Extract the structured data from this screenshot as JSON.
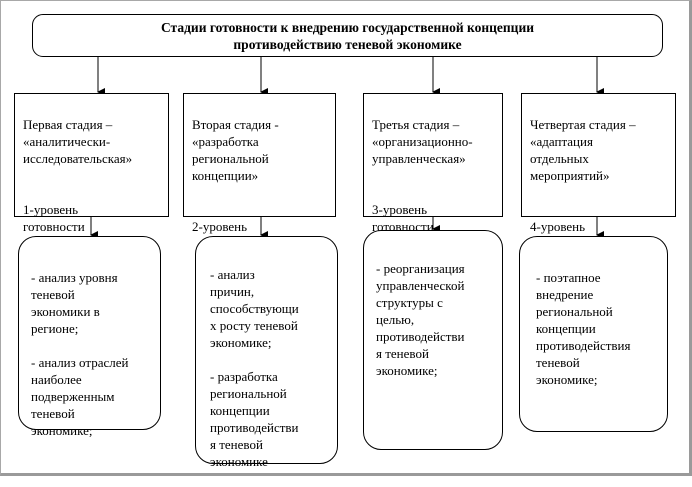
{
  "title": "Стадии готовности к внедрению государственной концепции\nпротиводействию теневой экономике",
  "stages": [
    {
      "name": "Первая стадия –\n«аналитически-\nисследовательская»",
      "level": "1-уровень\nготовности",
      "items": [
        "- анализ уровня\nтеневой\nэкономики в\nрегионе;",
        "- анализ отраслей\nнаиболее\nподверженным\nтеневой\nэкономике;"
      ]
    },
    {
      "name": "Вторая стадия -\n«разработка\nрегиональной\nконцепции»",
      "level": "2-уровень",
      "items": [
        "- анализ\nпричин,\nспособствующи\nх росту теневой\nэкономике;",
        "- разработка\nрегиональной\nконцепции\nпротиводействи\nя теневой\nэкономике"
      ]
    },
    {
      "name": "Третья стадия –\n«организационно-\nуправленческая»",
      "level": "3-уровень\nготовности",
      "items": [
        "- реорганизация\nуправленческой\nструктуры  с\nцелью,\nпротиводействи\nя теневой\nэкономике;"
      ]
    },
    {
      "name": "Четвертая стадия –\n«адаптация\nотдельных\nмероприятий»",
      "level": "4-уровень",
      "items": [
        "- поэтапное\nвнедрение\nрегиональной\nконцепции\nпротиводействия\nтеневой\nэкономике;"
      ]
    }
  ]
}
